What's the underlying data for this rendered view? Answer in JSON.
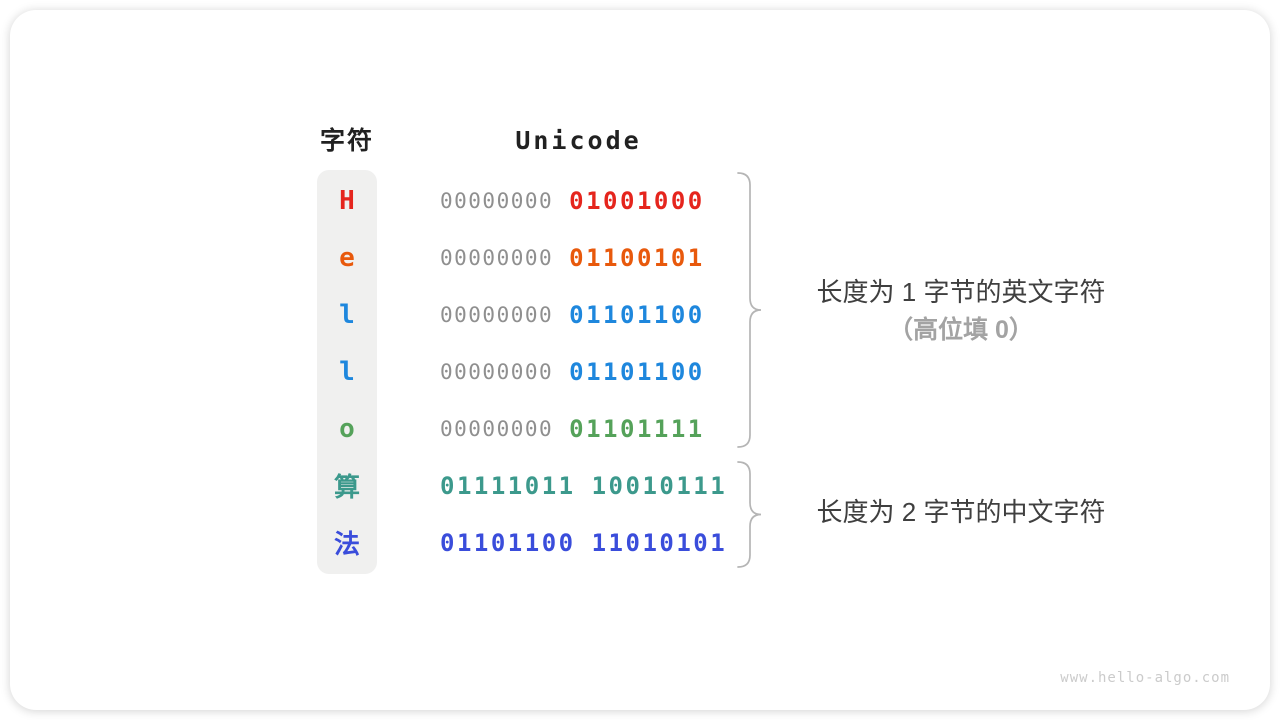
{
  "table": {
    "headers": {
      "char": "字符",
      "unicode": "Unicode"
    },
    "rows": [
      {
        "char": "H",
        "byte1": "00000000",
        "byte2": "01001000",
        "color": "red",
        "byte1_gray": true
      },
      {
        "char": "e",
        "byte1": "00000000",
        "byte2": "01100101",
        "color": "orange",
        "byte1_gray": true
      },
      {
        "char": "l",
        "byte1": "00000000",
        "byte2": "01101100",
        "color": "blue",
        "byte1_gray": true
      },
      {
        "char": "l",
        "byte1": "00000000",
        "byte2": "01101100",
        "color": "blue",
        "byte1_gray": true
      },
      {
        "char": "o",
        "byte1": "00000000",
        "byte2": "01101111",
        "color": "green",
        "byte1_gray": true
      },
      {
        "char": "算",
        "byte1": "01111011",
        "byte2": "10010111",
        "color": "teal",
        "byte1_gray": false
      },
      {
        "char": "法",
        "byte1": "01101100",
        "byte2": "11010101",
        "color": "indigo",
        "byte1_gray": false
      }
    ]
  },
  "annotations": {
    "english": {
      "line1": "长度为 1 字节的英文字符",
      "line2": "（高位填 0）"
    },
    "chinese": {
      "line1": "长度为 2 字节的中文字符"
    }
  },
  "watermark": "www.hello-algo.com",
  "colors": {
    "red": "#e5251d",
    "orange": "#e8590c",
    "blue": "#1e87dd",
    "green": "#55a25a",
    "teal": "#3c998c",
    "indigo": "#3a4ddb",
    "gray_bits": "#8f8f8f",
    "column_bg": "#f0f0ef",
    "annotation_sub": "#a3a3a3",
    "brace": "#b5b5b5"
  }
}
